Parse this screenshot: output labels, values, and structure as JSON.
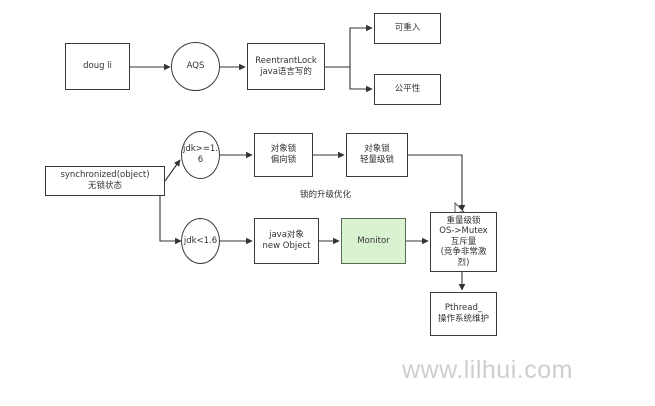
{
  "top": {
    "doug": "doug li",
    "aqs": "AQS",
    "reentrant_line1": "ReentrantLock",
    "reentrant_line2": "java语言写的",
    "reentrant": "可重入",
    "fair": "公平性"
  },
  "bottom": {
    "sync_line1": "synchronized(object)",
    "sync_line2": "无锁状态",
    "jdk_new_line1": "jdk>=1.",
    "jdk_new_line2": "6",
    "biased_line1": "对象锁",
    "biased_line2": "偏向锁",
    "light_line1": "对象锁",
    "light_line2": "轻量级锁",
    "upgrade_label": "锁的升级优化",
    "jdk_old": "jdk<1.6",
    "java_obj_line1": "java对象",
    "java_obj_line2": "new Object",
    "monitor": "Monitor",
    "heavy_line1": "重量级锁",
    "heavy_line2": "OS->Mutex",
    "heavy_line3": "互斥量",
    "heavy_line4": "(竞争非常激",
    "heavy_line5": "烈)",
    "pthread_line1": "Pthread_",
    "pthread_line2": "操作系统维护"
  },
  "watermark": "www.lilhui.com",
  "colors": {
    "monitor_fill": "#d9f2d0",
    "stroke": "#333333"
  }
}
